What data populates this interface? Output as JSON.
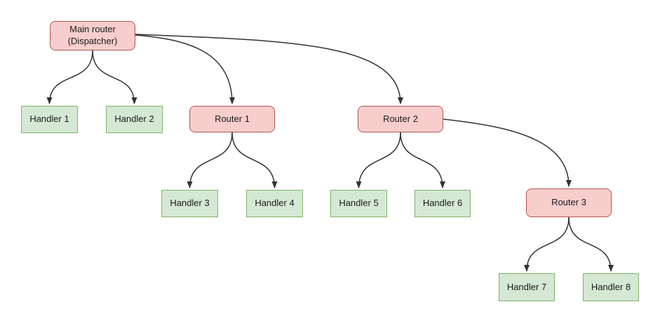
{
  "diagram": {
    "type": "flowchart",
    "nodes": [
      {
        "id": "main-router",
        "label": "Main router\n(Dispatcher)",
        "kind": "router"
      },
      {
        "id": "handler-1",
        "label": "Handler 1",
        "kind": "handler"
      },
      {
        "id": "handler-2",
        "label": "Handler 2",
        "kind": "handler"
      },
      {
        "id": "router-1",
        "label": "Router 1",
        "kind": "router"
      },
      {
        "id": "router-2",
        "label": "Router 2",
        "kind": "router"
      },
      {
        "id": "handler-3",
        "label": "Handler 3",
        "kind": "handler"
      },
      {
        "id": "handler-4",
        "label": "Handler 4",
        "kind": "handler"
      },
      {
        "id": "handler-5",
        "label": "Handler 5",
        "kind": "handler"
      },
      {
        "id": "handler-6",
        "label": "Handler 6",
        "kind": "handler"
      },
      {
        "id": "router-3",
        "label": "Router 3",
        "kind": "router"
      },
      {
        "id": "handler-7",
        "label": "Handler 7",
        "kind": "handler"
      },
      {
        "id": "handler-8",
        "label": "Handler 8",
        "kind": "handler"
      }
    ],
    "edges": [
      {
        "from": "main-router",
        "to": "handler-1"
      },
      {
        "from": "main-router",
        "to": "handler-2"
      },
      {
        "from": "main-router",
        "to": "router-1"
      },
      {
        "from": "main-router",
        "to": "router-2"
      },
      {
        "from": "router-1",
        "to": "handler-3"
      },
      {
        "from": "router-1",
        "to": "handler-4"
      },
      {
        "from": "router-2",
        "to": "handler-5"
      },
      {
        "from": "router-2",
        "to": "handler-6"
      },
      {
        "from": "router-2",
        "to": "router-3"
      },
      {
        "from": "router-3",
        "to": "handler-7"
      },
      {
        "from": "router-3",
        "to": "handler-8"
      }
    ]
  },
  "colors": {
    "router_fill": "#f8cecc",
    "router_stroke": "#b85450",
    "handler_fill": "#d5e8d4",
    "handler_stroke": "#82b366",
    "edge": "#333333",
    "text": "#1a1a1a",
    "background": "#ffffff"
  }
}
